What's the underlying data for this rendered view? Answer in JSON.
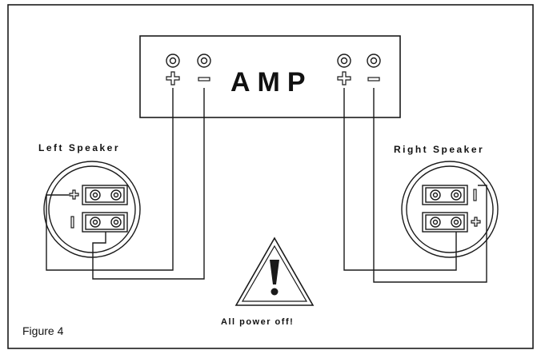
{
  "amp": {
    "label": "AMP"
  },
  "left_speaker": {
    "label": "Left Speaker"
  },
  "right_speaker": {
    "label": "Right Speaker"
  },
  "warning": {
    "text": "All power off!",
    "icon": "warning-triangle-icon"
  },
  "figure": {
    "caption": "Figure 4"
  },
  "colors": {
    "line": "#1a1a1a",
    "background": "#ffffff"
  }
}
